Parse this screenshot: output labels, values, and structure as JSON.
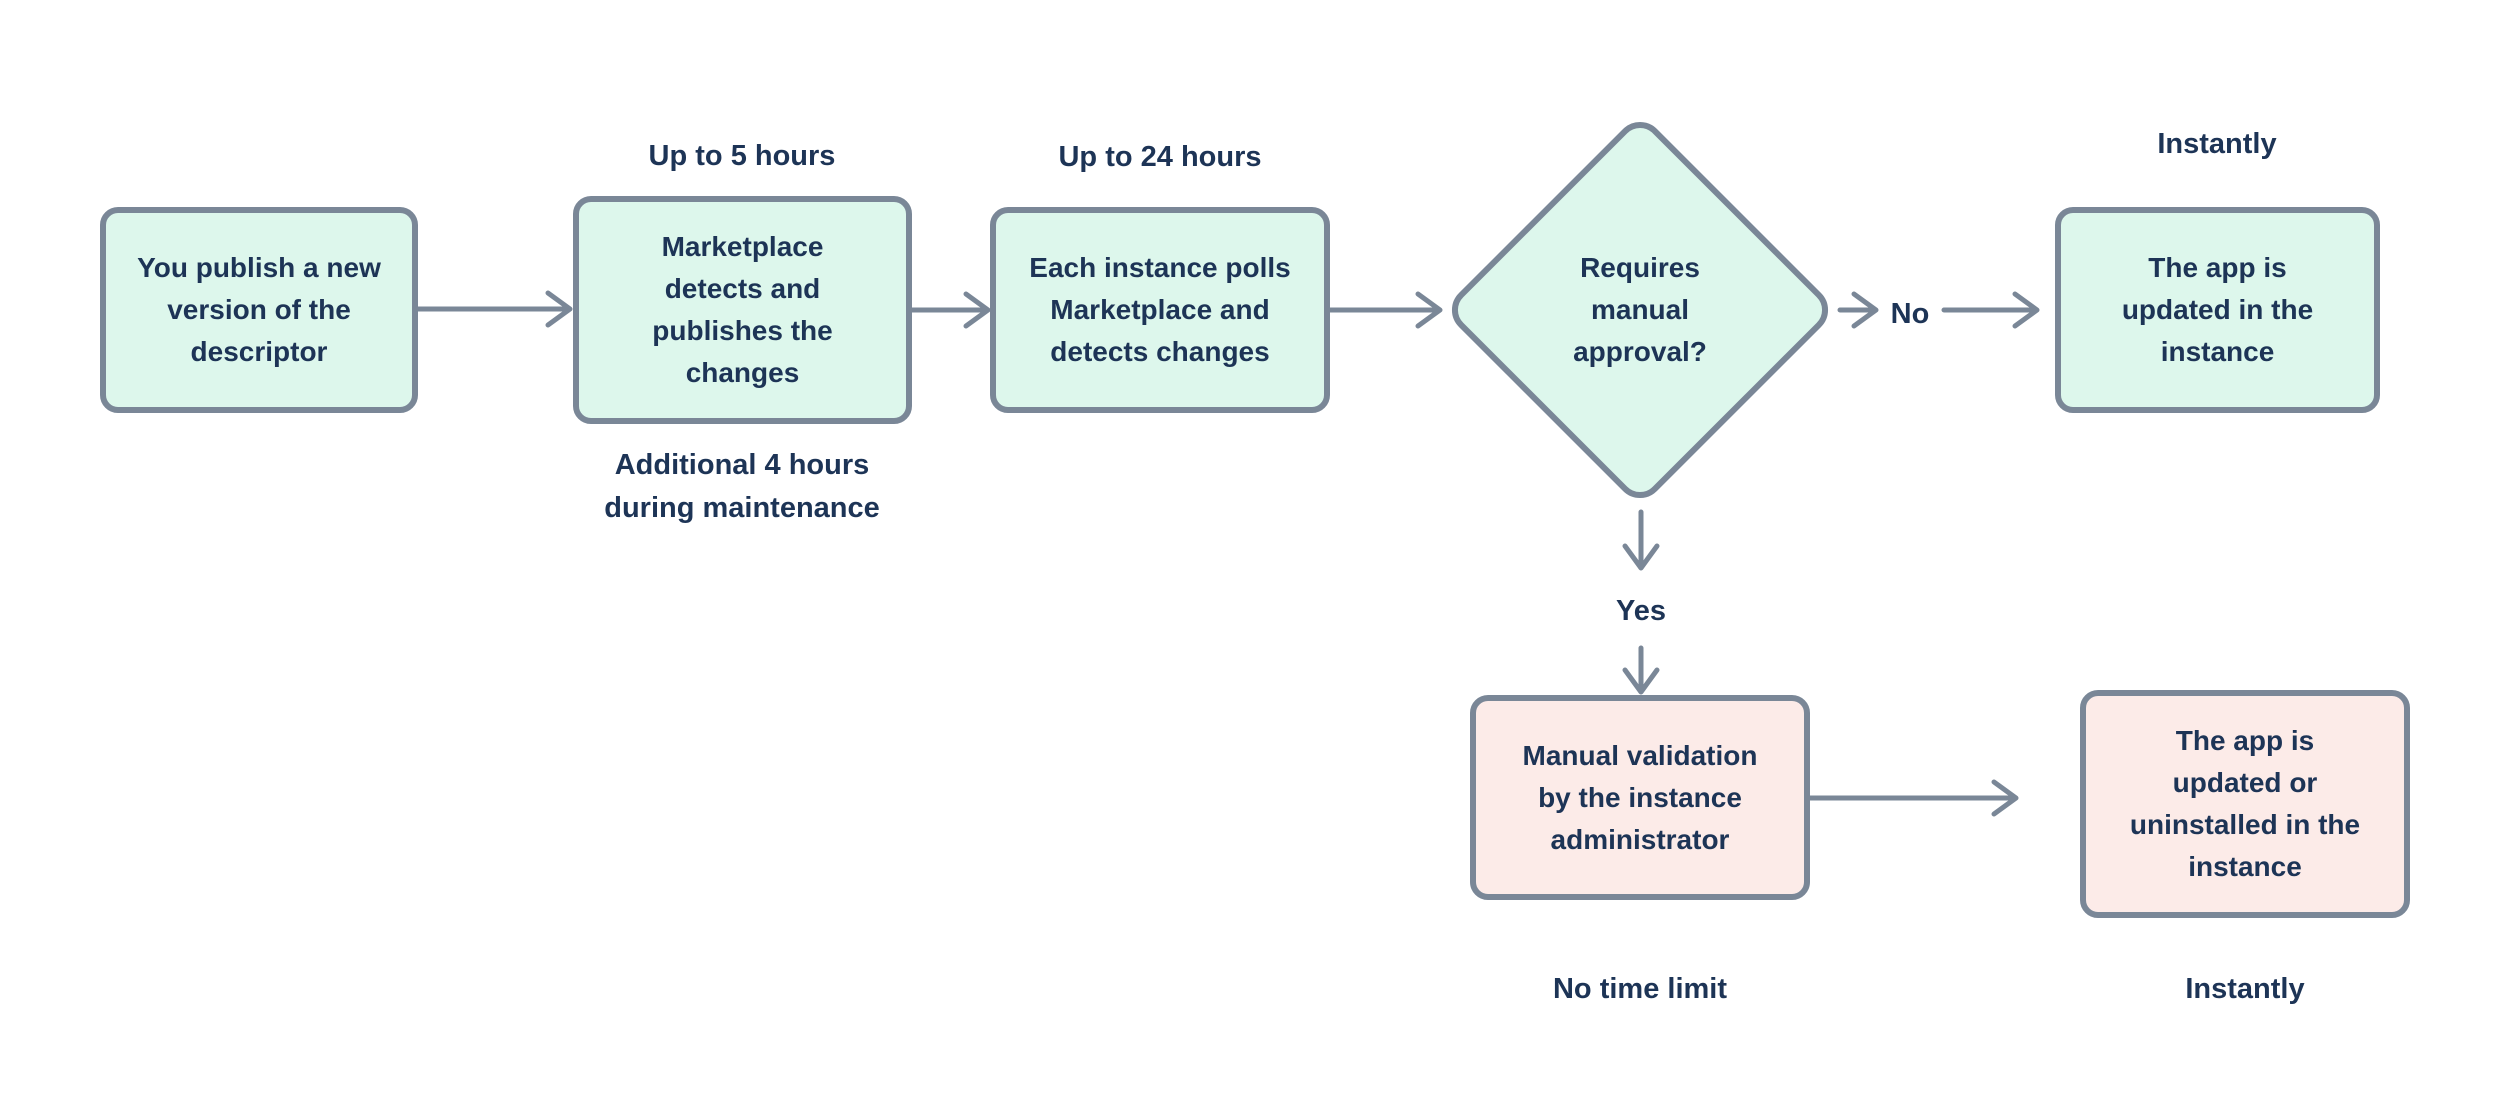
{
  "colors": {
    "node_fill_green": "#ddf7ec",
    "node_fill_pink": "#fcebe8",
    "node_border": "#7a8797",
    "arrow": "#7a8797",
    "text": "#1d3456",
    "background": "#ffffff"
  },
  "nodes": {
    "publish": {
      "lines": [
        "You publish a new",
        "version of the",
        "descriptor"
      ]
    },
    "detect": {
      "lines": [
        "Marketplace",
        "detects and",
        "publishes the",
        "changes"
      ]
    },
    "poll": {
      "lines": [
        "Each instance polls",
        "Marketplace and",
        "detects changes"
      ]
    },
    "decision": {
      "lines": [
        "Requires",
        "manual",
        "approval?"
      ]
    },
    "updated": {
      "lines": [
        "The app is",
        "updated in the",
        "instance"
      ]
    },
    "manual_validation": {
      "lines": [
        "Manual validation",
        "by the instance",
        "administrator"
      ]
    },
    "updated_or_uninstalled": {
      "lines": [
        "The app is",
        "updated or",
        "uninstalled in the",
        "instance"
      ]
    }
  },
  "annotations": {
    "up_to_5_hours": "Up to 5 hours",
    "additional_4_hours": {
      "lines": [
        "Additional 4 hours",
        "during maintenance"
      ]
    },
    "up_to_24_hours": "Up to 24 hours",
    "instantly_top": "Instantly",
    "no_time_limit": "No time limit",
    "instantly_bottom": "Instantly"
  },
  "edge_labels": {
    "no": "No",
    "yes": "Yes"
  }
}
